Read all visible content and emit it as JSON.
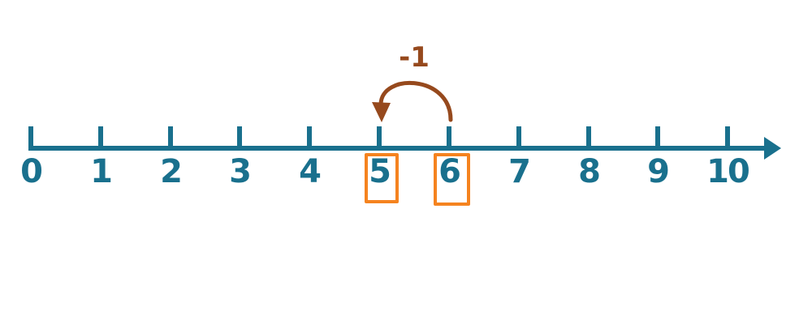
{
  "colors": {
    "background": "#ffffff",
    "axis": "#19708d",
    "highlight": "#f5831f",
    "jump": "#96491d"
  },
  "chart_data": {
    "type": "number-line",
    "axis_range": [
      0,
      10
    ],
    "tick_step": 1,
    "tick_labels": [
      "0",
      "1",
      "2",
      "3",
      "4",
      "5",
      "6",
      "7",
      "8",
      "9",
      "10"
    ],
    "highlighted_values": [
      "5",
      "6"
    ],
    "jump": {
      "from": "6",
      "to": "5",
      "label": "-1",
      "direction": "left"
    }
  }
}
